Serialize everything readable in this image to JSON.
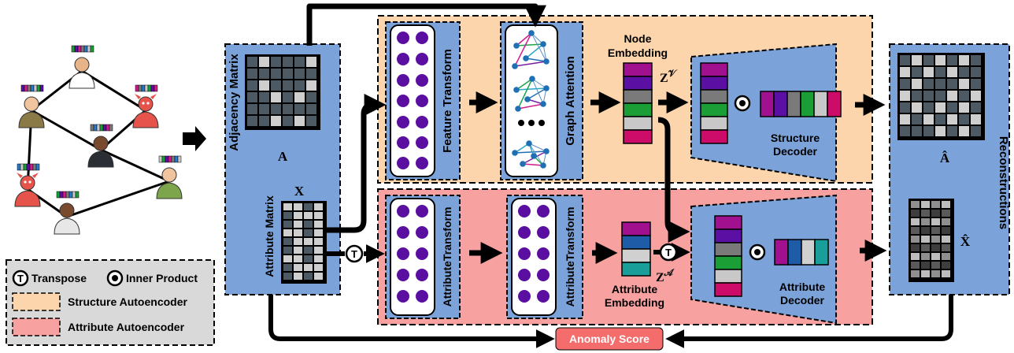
{
  "legend": {
    "transpose_symbol": "T",
    "transpose_label": "Transpose",
    "inner_product_label": "Inner Product",
    "structure_label": "Structure Autoencoder",
    "attribute_label": "Attribute Autoencoder"
  },
  "input": {
    "adjacency_label": "Adjacency Matrix",
    "adjacency_symbol": "A",
    "attribute_label": "Attribute Matrix",
    "attribute_symbol": "X"
  },
  "structure": {
    "feature_transform": "Feature Transform",
    "graph_attention": "Graph Attention",
    "embedding_title_1": "Node",
    "embedding_title_2": "Embedding",
    "embedding_symbol": "Z",
    "embedding_superscript": "𝒱",
    "decoder_label_1": "Structure",
    "decoder_label_2": "Decoder"
  },
  "attribute": {
    "transform_1": "AttributeTransform",
    "transform_2": "AttributeTransform",
    "transpose_symbol": "T",
    "embedding_symbol": "Z",
    "embedding_superscript": "𝒜",
    "embedding_title_1": "Attribute",
    "embedding_title_2": "Embedding",
    "decoder_label_1": "Attribute",
    "decoder_label_2": "Decoder"
  },
  "output": {
    "reconstructions": "Reconstructions",
    "a_hat": "Â",
    "x_hat": "X̂"
  },
  "anomaly_score": "Anomaly Score",
  "colors": {
    "blue_panel": "#7ba3d9",
    "structure_bg": "#fcd5ad",
    "attribute_bg": "#f7a1a1",
    "legend_bg": "#d9d9d9",
    "anomaly_bg": "#f46c6c",
    "node_purple": "#5a0fa0",
    "matrix_dark": "#4e5a63",
    "matrix_light": "#cfcfcf"
  }
}
